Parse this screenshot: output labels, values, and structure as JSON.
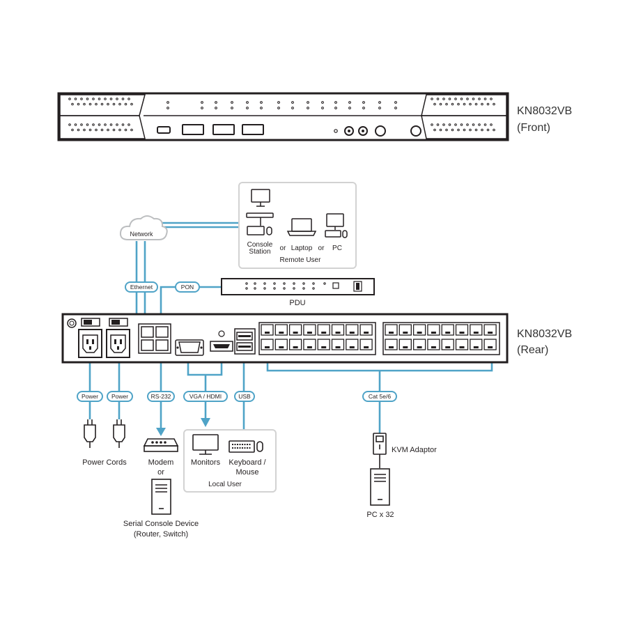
{
  "front": {
    "model": "KN8032VB",
    "view": "(Front)"
  },
  "rear": {
    "model": "KN8032VB",
    "view": "(Rear)"
  },
  "network": {
    "cloud_label": "Network"
  },
  "remote_user": {
    "console_label_1": "Console",
    "console_label_2": "Station",
    "or_1": "or",
    "laptop_label": "Laptop",
    "or_2": "or",
    "pc_label": "PC",
    "group_label": "Remote User"
  },
  "connectors": {
    "ethernet": "Ethernet",
    "pon": "PON",
    "power_1": "Power",
    "power_2": "Power",
    "rs232": "RS-232",
    "vga_hdmi": "VGA / HDMI",
    "usb": "USB",
    "cat": "Cat 5e/6"
  },
  "pdu": {
    "label": "PDU"
  },
  "bottom": {
    "power_cords": "Power Cords",
    "modem_1": "Modem",
    "modem_2": "or",
    "serial_1": "Serial Console Device",
    "serial_2": "(Router, Switch)",
    "monitors": "Monitors",
    "keyboard_1": "Keyboard /",
    "keyboard_2": "Mouse",
    "local_user": "Local User",
    "kvm_adaptor": "KVM Adaptor",
    "pc_count": "PC x 32"
  },
  "colors": {
    "line": "#4fa3c7",
    "device": "#231f20",
    "box_border": "#d2d2d2"
  }
}
